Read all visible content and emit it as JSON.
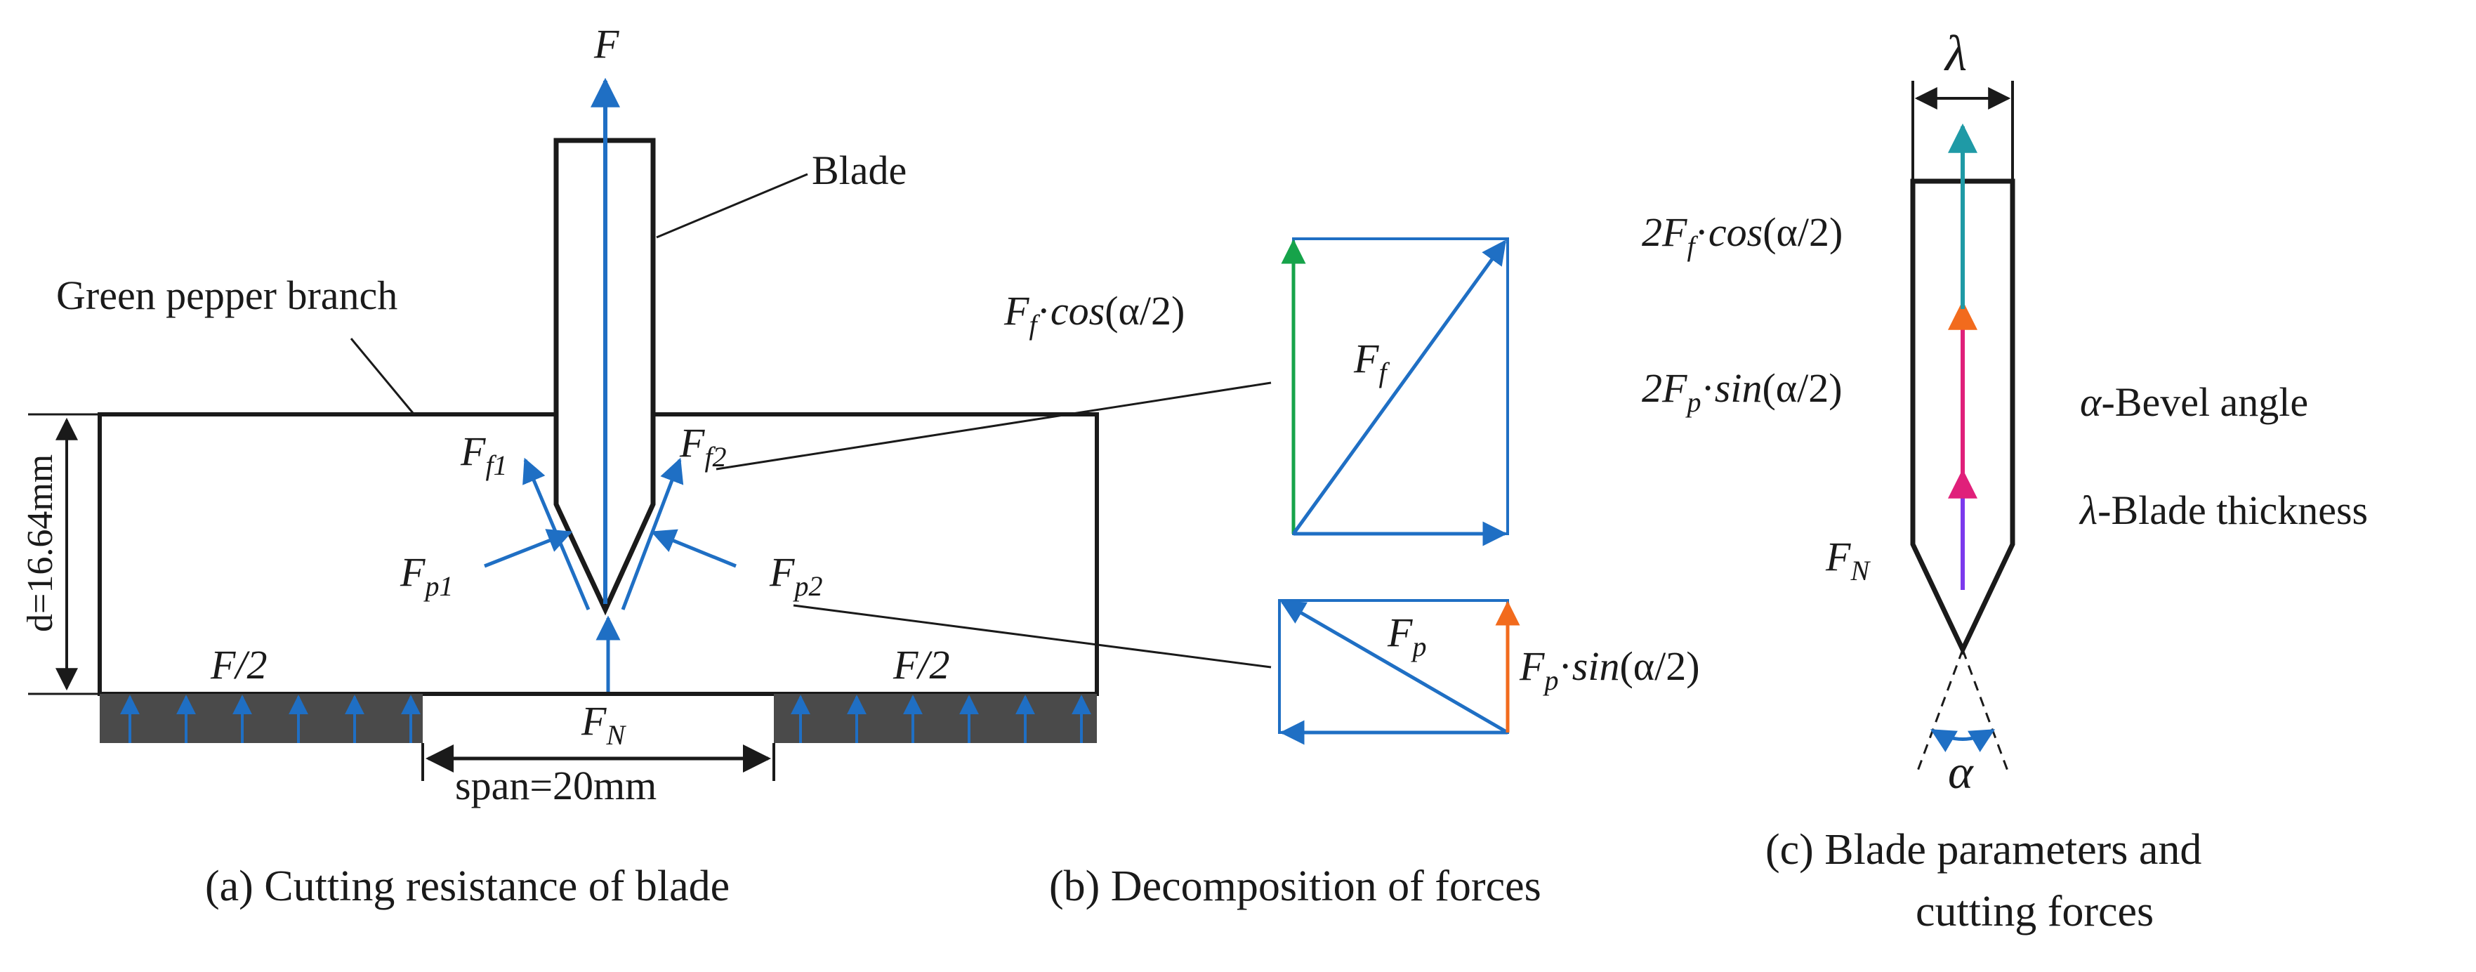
{
  "colors": {
    "force_blue": "#1f6fc4",
    "green": "#16a34a",
    "orange": "#f26b1d",
    "magenta": "#e0207a",
    "purple": "#7c3aed",
    "teal": "#1f9aa6",
    "support_dark": "#4a4a4a",
    "line": "#1a1a1a"
  },
  "icons": {
    "up_arrow": "up-arrow-icon",
    "dimension_arrow": "dimension-arrow-icon"
  },
  "panel_a": {
    "force_top": "F",
    "blade_label": "Blade",
    "branch_label": "Green pepper branch",
    "ff1_main": "F",
    "ff1_sub": "f1",
    "ff2_main": "F",
    "ff2_sub": "f2",
    "fp1_main": "F",
    "fp1_sub": "p1",
    "fp2_main": "F",
    "fp2_sub": "p2",
    "fn_main": "F",
    "fn_sub": "N",
    "half_left": "F/2",
    "half_right": "F/2",
    "depth": "d=16.64mm",
    "span": "span=20mm",
    "caption": "(a) Cutting resistance of blade"
  },
  "panel_b": {
    "ff_cos_main": "F",
    "ff_cos_sub": "f",
    "ff_cos_dot": "·",
    "ff_cos_fn": "cos",
    "ff_cos_arg": "(α/2)",
    "ff_diag_main": "F",
    "ff_diag_sub": "f",
    "fp_diag_main": "F",
    "fp_diag_sub": "p",
    "fp_sin_main": "F",
    "fp_sin_sub": "p",
    "fp_sin_dot": "·",
    "fp_sin_fn": "sin",
    "fp_sin_arg": "(α/2)",
    "caption": "(b) Decomposition of forces"
  },
  "panel_c": {
    "lambda_top": "λ",
    "two_ff_coef": "2F",
    "two_ff_sub": "f",
    "two_ff_dot": "·",
    "two_ff_fn": "cos",
    "two_ff_arg": "(α/2)",
    "two_fp_coef": "2F",
    "two_fp_sub": "p",
    "two_fp_dot": "·",
    "two_fp_fn": "sin",
    "two_fp_arg": "(α/2)",
    "fn_main": "F",
    "fn_sub": "N",
    "alpha_bottom": "α",
    "legend_alpha_sym": "α",
    "legend_alpha_text": "-Bevel angle",
    "legend_lambda_sym": "λ",
    "legend_lambda_text": "-Blade thickness",
    "caption_line1": "(c) Blade parameters and",
    "caption_line2": "cutting forces"
  }
}
